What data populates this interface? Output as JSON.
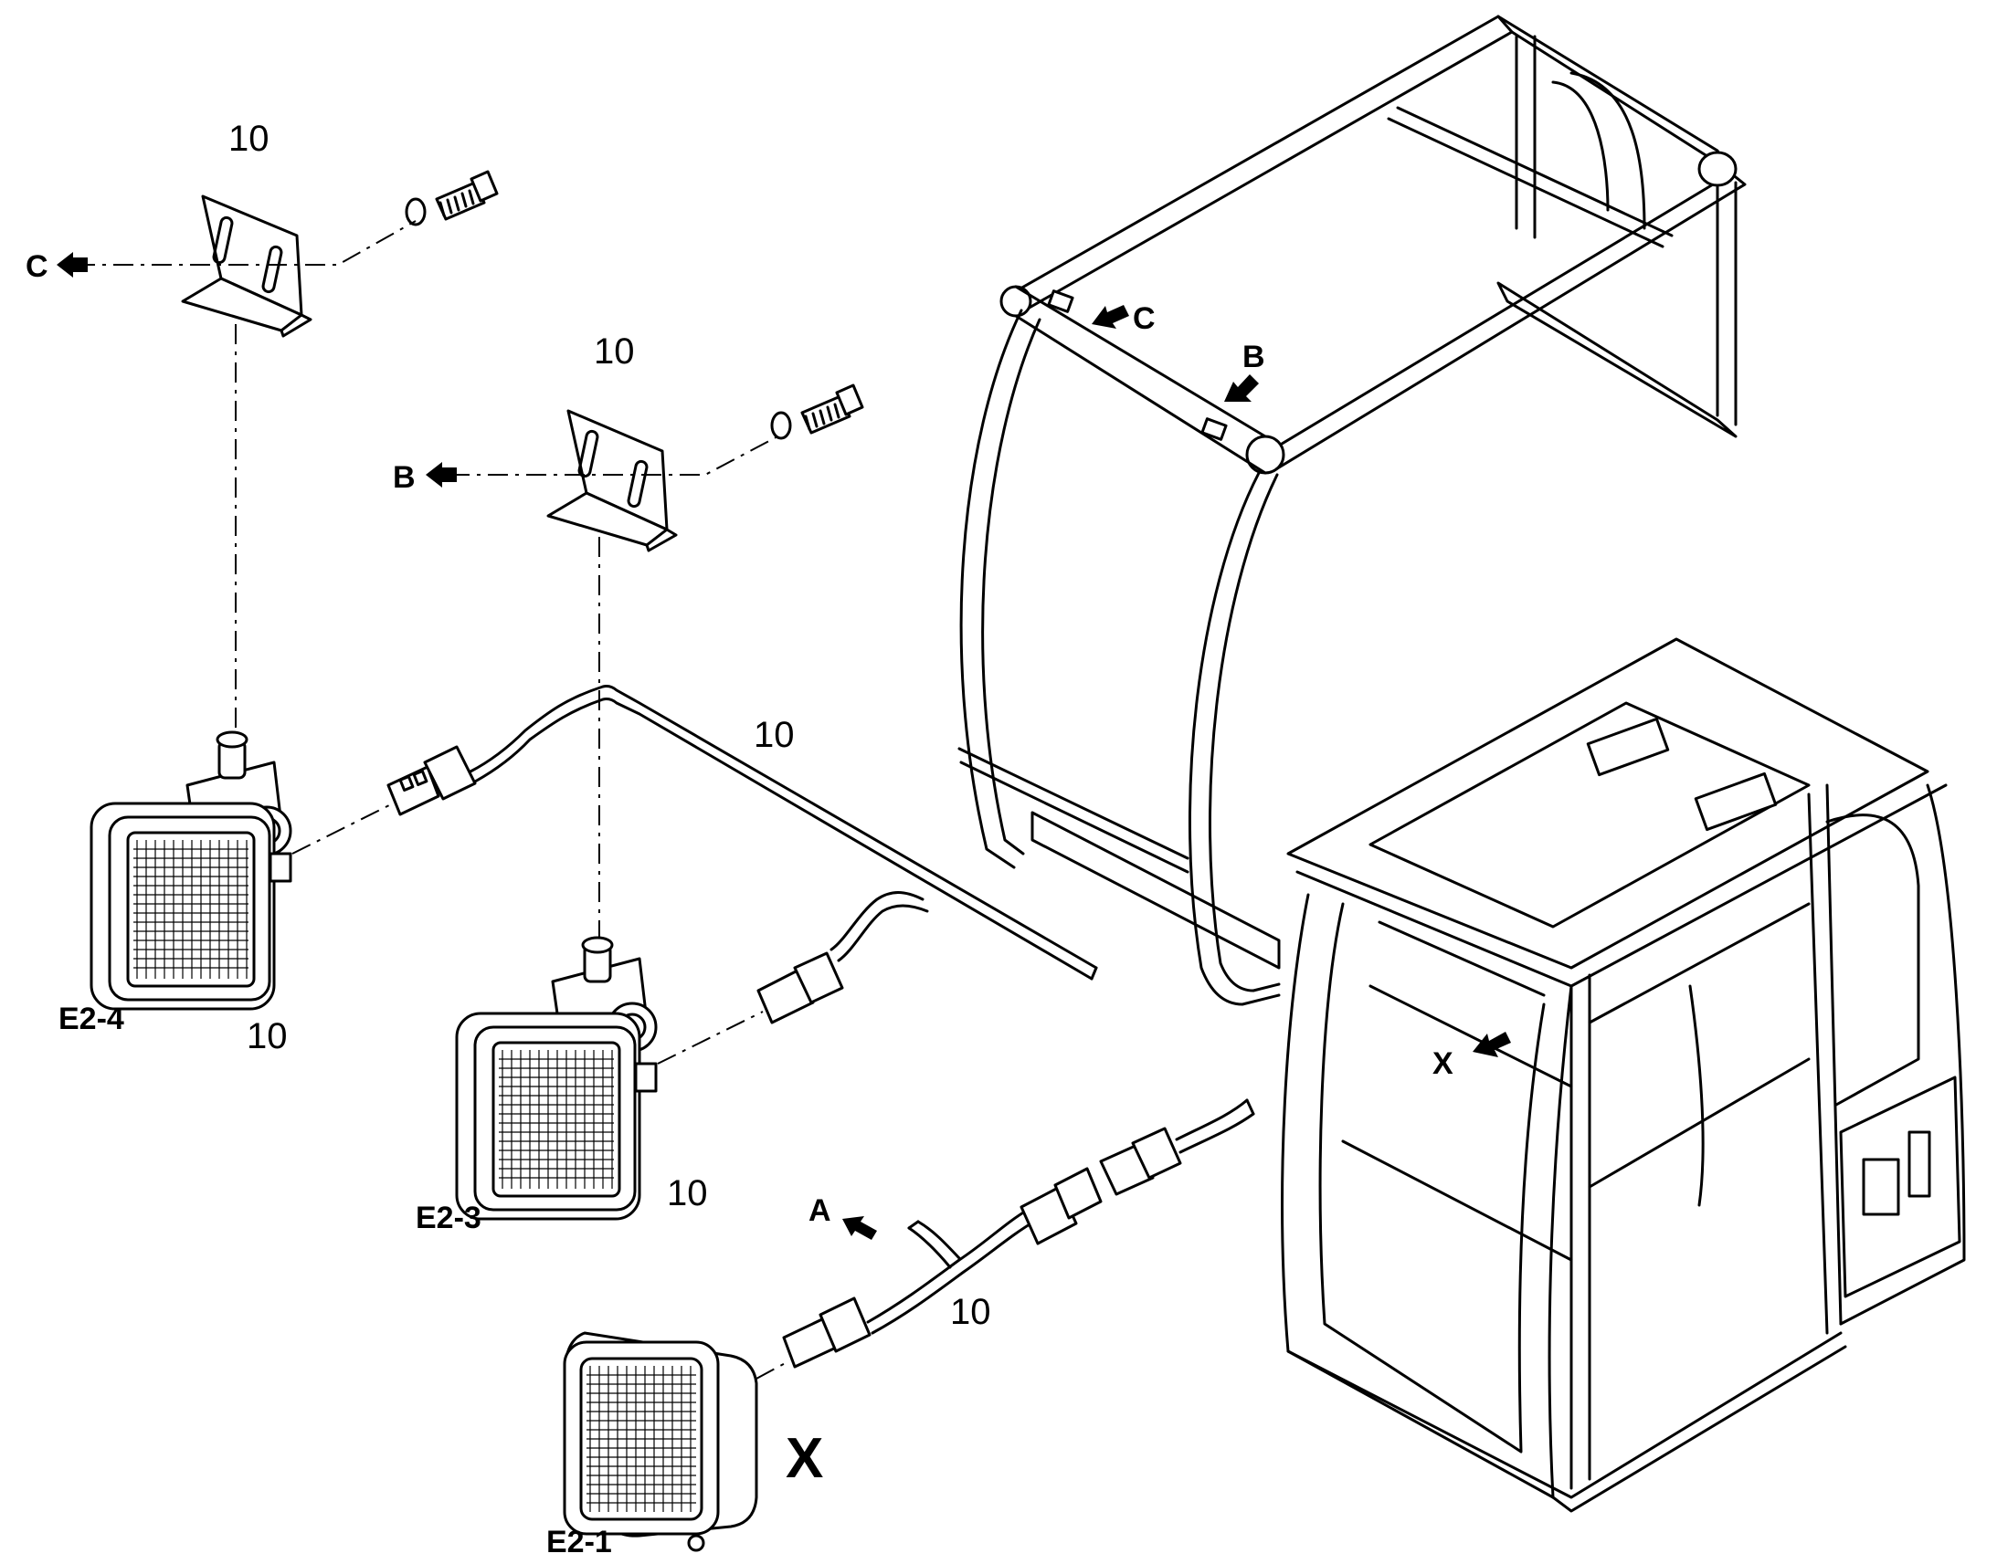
{
  "labels": {
    "qty_bracket_c": "10",
    "qty_bracket_b": "10",
    "qty_harness_upper": "10",
    "qty_lamp_e2_4": "10",
    "qty_lamp_e2_3": "10",
    "qty_harness_lower": "10",
    "lamp_e2_4": "E2-4",
    "lamp_e2_3": "E2-3",
    "lamp_e2_1": "E2-1",
    "ref_c_left": "C",
    "ref_b_left": "B",
    "ref_a": "A",
    "ref_c_frame": "C",
    "ref_b_frame": "B",
    "ref_x_cab": "X",
    "view_x": "X"
  }
}
